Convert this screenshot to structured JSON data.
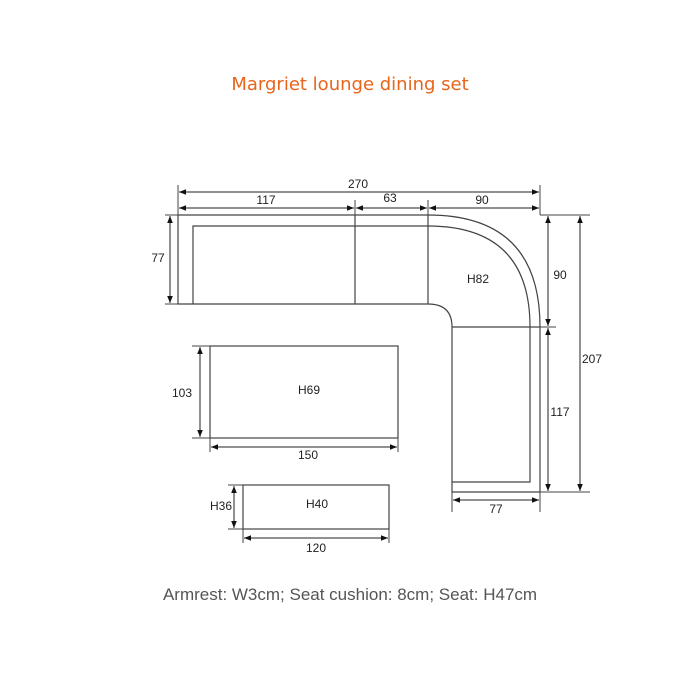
{
  "title": "Margriet lounge dining set",
  "footer": "Armrest: W3cm; Seat cushion: 8cm; Seat: H47cm",
  "colors": {
    "title": "#e8641b",
    "lines": "#444444",
    "footer_text": "#555555"
  },
  "sofa": {
    "height_label": "H82",
    "dims": {
      "overall_width": "270",
      "segment_left": "117",
      "segment_middle": "63",
      "segment_corner": "90",
      "depth_left": "77",
      "corner_height": "90",
      "right_lower": "117",
      "overall_height": "207",
      "right_depth": "77"
    }
  },
  "dining_table": {
    "height_label": "H69",
    "width": "150",
    "depth": "103"
  },
  "coffee_table": {
    "height_label": "H40",
    "width": "120",
    "depth_label": "H36"
  }
}
